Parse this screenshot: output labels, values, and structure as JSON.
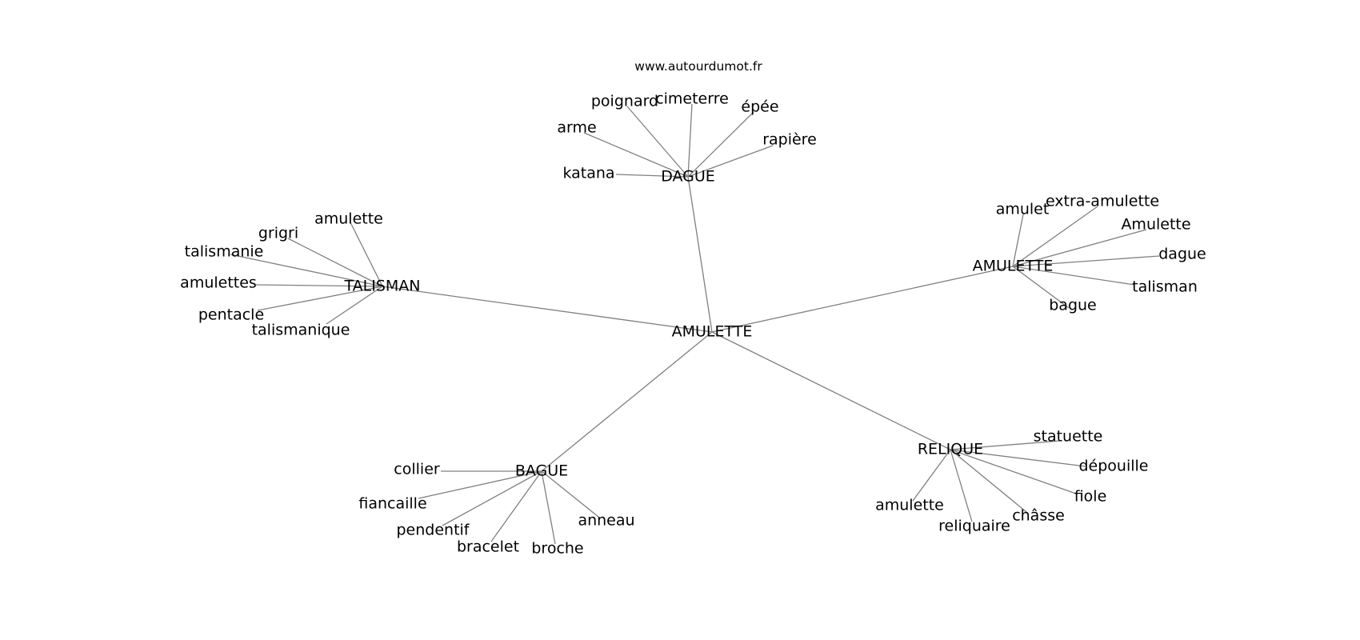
{
  "site_label": "www.autourdumot.fr",
  "colors": {
    "edge": "#808080",
    "text": "#000000",
    "background": "#ffffff"
  },
  "root": "AMULETTE",
  "hubs": {
    "dague": {
      "label": "DAGUE",
      "words": [
        "katana",
        "arme",
        "poignard",
        "cimeterre",
        "épée",
        "rapière"
      ]
    },
    "talisman": {
      "label": "TALISMAN",
      "words": [
        "amulette",
        "grigri",
        "talismanie",
        "amulettes",
        "pentacle",
        "talismanique"
      ]
    },
    "amulette": {
      "label": "AMULETTE",
      "words": [
        "amulet",
        "extra-amulette",
        "Amulette",
        "dague",
        "talisman",
        "bague"
      ]
    },
    "bague": {
      "label": "BAGUE",
      "words": [
        "collier",
        "fiancaille",
        "pendentif",
        "bracelet",
        "broche",
        "anneau"
      ]
    },
    "relique": {
      "label": "RELIQUE",
      "words": [
        "statuette",
        "dépouille",
        "fiole",
        "châsse",
        "reliquaire",
        "amulette"
      ]
    }
  }
}
